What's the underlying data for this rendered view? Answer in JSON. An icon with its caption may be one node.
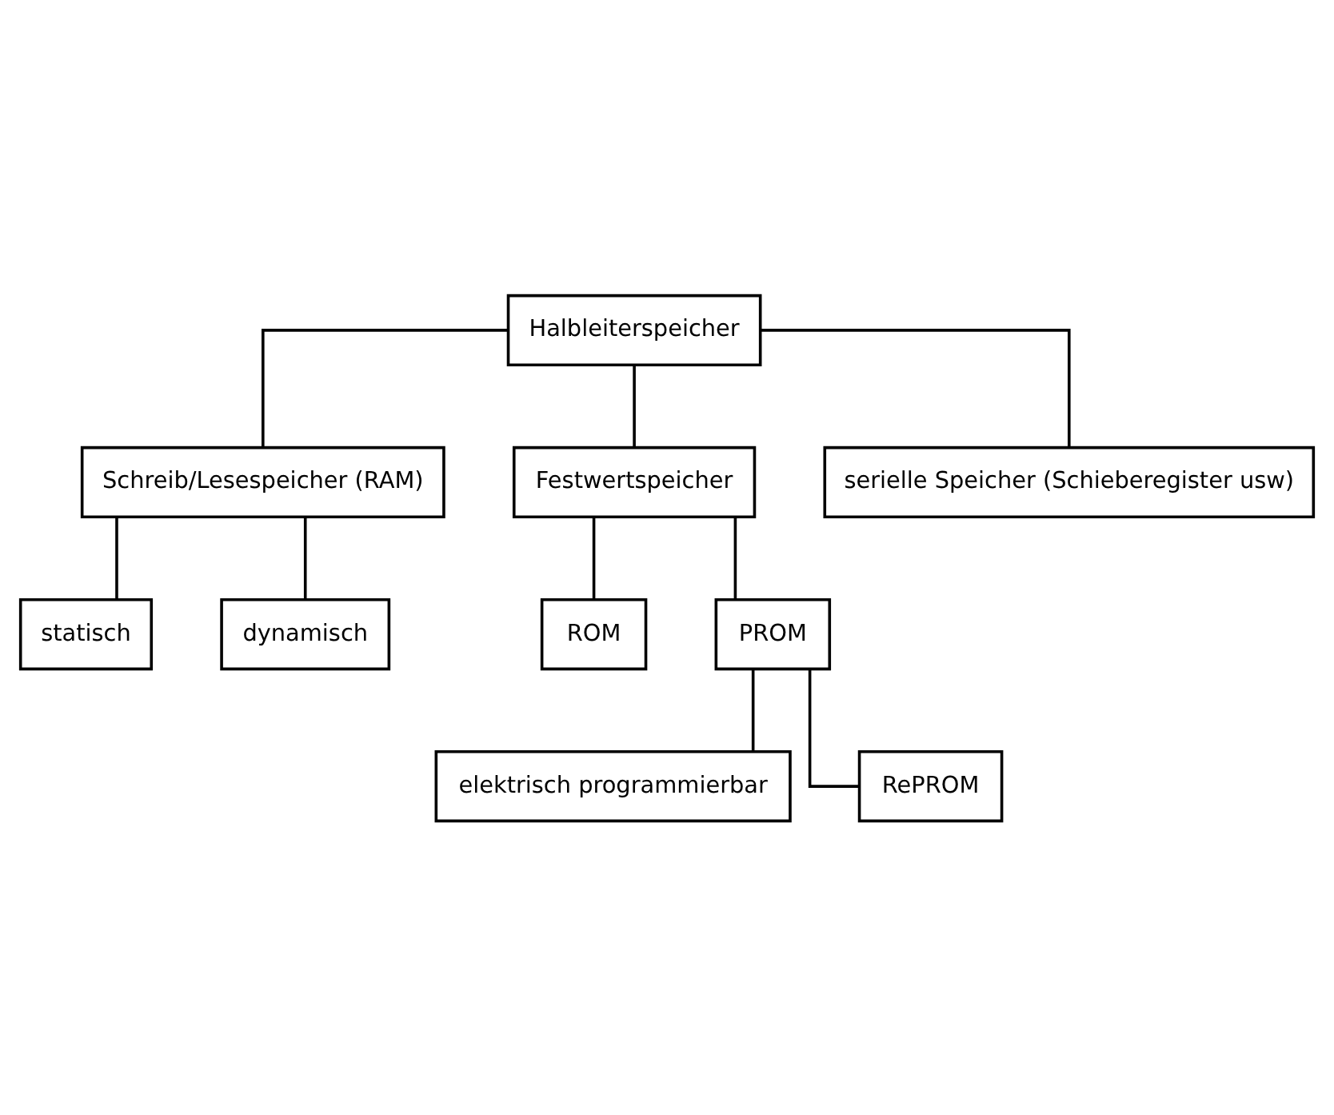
{
  "diagram": {
    "nodes": [
      {
        "text": [
          "Halbleiterspeicher"
        ]
      },
      {
        "text": [
          "Schreib/Lesespeicher (RAM)"
        ]
      },
      {
        "text": [
          "Festwertspeicher"
        ]
      },
      {
        "text": [
          "serielle Speicher (Schieberegister usw)"
        ]
      },
      {
        "text": [
          "statisch"
        ]
      },
      {
        "text": [
          "dynamisch"
        ]
      },
      {
        "text": [
          "ROM"
        ]
      },
      {
        "text": [
          "PROM"
        ]
      },
      {
        "text": [
          "elektrisch programmierbar"
        ]
      },
      {
        "text": [
          "RePROM"
        ]
      }
    ],
    "edges": [
      {
        "from": 0,
        "to": 1,
        "arrow": "none"
      },
      {
        "from": 0,
        "to": 2,
        "arrow": "none"
      },
      {
        "from": 0,
        "to": 3,
        "arrow": "none"
      },
      {
        "from": 1,
        "to": 4,
        "arrow": "none"
      },
      {
        "from": 1,
        "to": 5,
        "arrow": "none"
      },
      {
        "from": 2,
        "to": 6,
        "arrow": "none"
      },
      {
        "from": 2,
        "to": 7,
        "arrow": "none"
      },
      {
        "from": 7,
        "to": 8,
        "arrow": "none"
      },
      {
        "from": 7,
        "to": 9,
        "arrow": "none"
      }
    ]
  }
}
